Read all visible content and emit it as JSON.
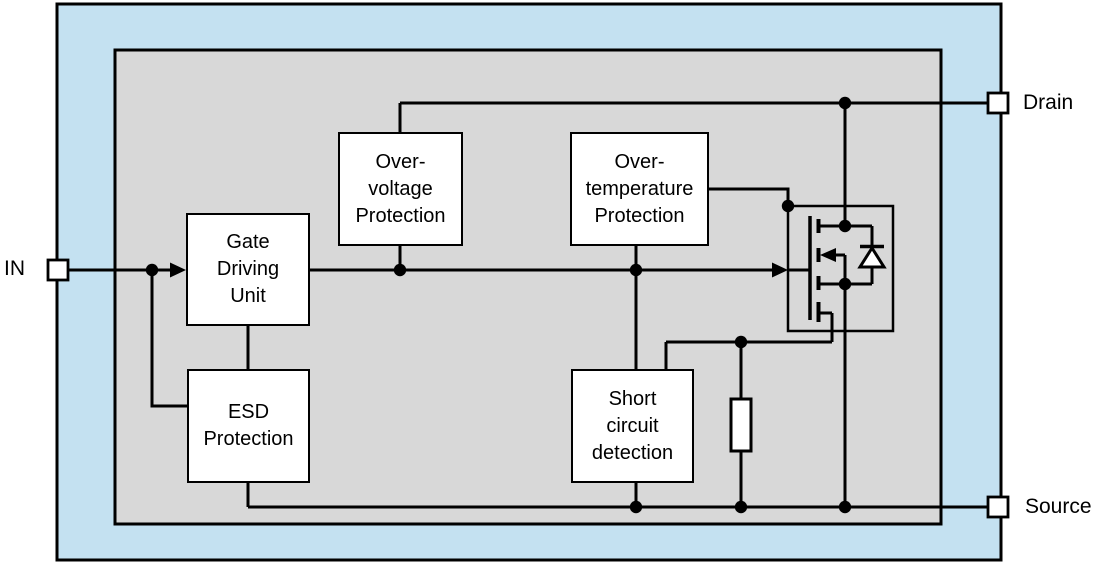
{
  "pins": {
    "in": {
      "label": "IN"
    },
    "drain": {
      "label": "Drain"
    },
    "source": {
      "label": "Source"
    }
  },
  "blocks": {
    "gate_driving_unit": {
      "lines": [
        "Gate",
        "Driving",
        "Unit"
      ]
    },
    "overvoltage_protection": {
      "lines": [
        "Over-",
        "voltage",
        "Protection"
      ]
    },
    "overtemperature_protection": {
      "lines": [
        "Over-",
        "temperature",
        "Protection"
      ]
    },
    "esd_protection": {
      "lines": [
        "ESD",
        "Protection"
      ]
    },
    "short_circuit_detection": {
      "lines": [
        "Short",
        "circuit",
        "detection"
      ]
    }
  },
  "colors": {
    "chip_fill": "#c4e1f1",
    "die_fill": "#d8d8d8",
    "block_fill": "#ffffff",
    "line": "#000000"
  }
}
